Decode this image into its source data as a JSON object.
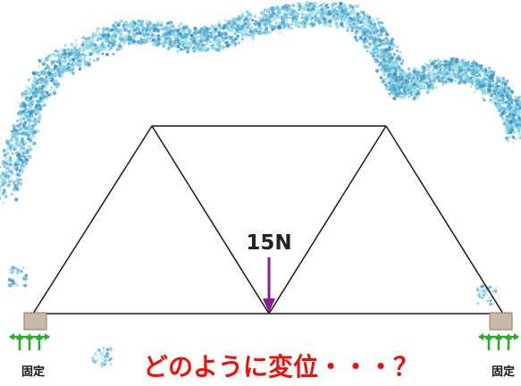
{
  "load": {
    "label": "15N",
    "color": "#8B1C8B"
  },
  "supports": {
    "left_label": "固定",
    "right_label": "固定",
    "block_color": "#C9B9A7",
    "symbol_color": "#2DAA2D"
  },
  "question": {
    "text": "どのように変位・・・？",
    "color": "#E8120F"
  },
  "truss": {
    "member_color": "#1a1a1a"
  },
  "decoration": {
    "cloud_colors": [
      "#5FB3D9",
      "#7FD1DF",
      "#3E8FC4",
      "#A9E3EA"
    ]
  }
}
